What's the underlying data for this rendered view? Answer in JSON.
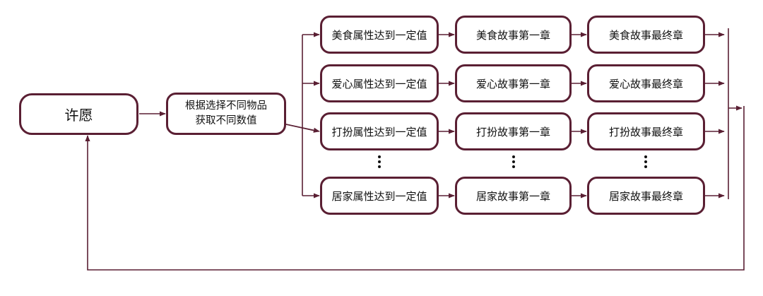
{
  "start_node": {
    "label": "许愿"
  },
  "mid_node": {
    "line1": "根据选择不同物品",
    "line2": "获取不同数值"
  },
  "rows": [
    {
      "attribute": "美食属性达到一定值",
      "chapter1": "美食故事第一章",
      "final": "美食故事最终章"
    },
    {
      "attribute": "爱心属性达到一定值",
      "chapter1": "爱心故事第一章",
      "final": "爱心故事最终章"
    },
    {
      "attribute": "打扮属性达到一定值",
      "chapter1": "打扮故事第一章",
      "final": "打扮故事最终章"
    },
    {
      "attribute": "居家属性达到一定值",
      "chapter1": "居家故事第一章",
      "final": "居家故事最终章"
    }
  ],
  "colors": {
    "border": "#5a1f33",
    "connector": "#5a1f33",
    "text": "#111111",
    "background": "#ffffff"
  },
  "icons": {
    "ellipsis": "vertical-ellipsis-icon",
    "arrowhead": "arrowhead-icon"
  }
}
